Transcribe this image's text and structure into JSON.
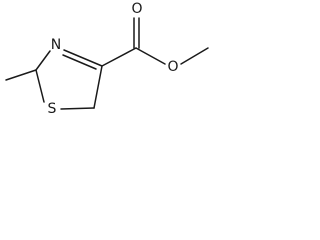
{
  "molecule": {
    "atoms": {
      "nitrogen": "N",
      "sulfur": "S",
      "carbonyl_oxygen": "O",
      "ester_oxygen": "O"
    }
  },
  "colors": {
    "bond": "#1a1a1a",
    "background": "#ffffff"
  }
}
